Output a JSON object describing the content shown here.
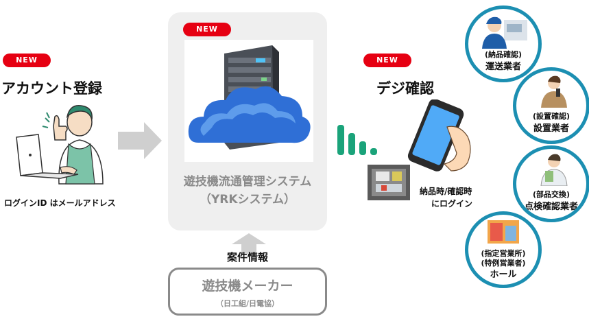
{
  "left": {
    "badge": "NEW",
    "title": "アカウント登録",
    "caption": "ログインID はメールアドレス"
  },
  "center": {
    "badge": "NEW",
    "system_line1": "遊技機流通管理システム",
    "system_line2": "（YRKシステム）",
    "info_label": "案件情報",
    "maker_name": "遊技機メーカー",
    "maker_sub": "（日工組/日電協）"
  },
  "right": {
    "badge": "NEW",
    "title": "デジ確認",
    "caption_line1": "納品時/確認時",
    "caption_line2": "にログイン"
  },
  "circles": [
    {
      "line1": "(納品確認)",
      "line2": "運送業者"
    },
    {
      "line1": "(設置確認)",
      "line2": "設置業者"
    },
    {
      "line1": "(部品交換)",
      "line2": "点検確認業者"
    },
    {
      "line1": "(指定営業所)",
      "line2": "(特例営業者)",
      "line3": "ホール"
    }
  ],
  "colors": {
    "badge": "#e60012",
    "circle_border": "#1c8fb2",
    "signal_green": "#1aa37a",
    "arrow_gray": "#cfcfcf",
    "panel_bg": "#efefef"
  }
}
